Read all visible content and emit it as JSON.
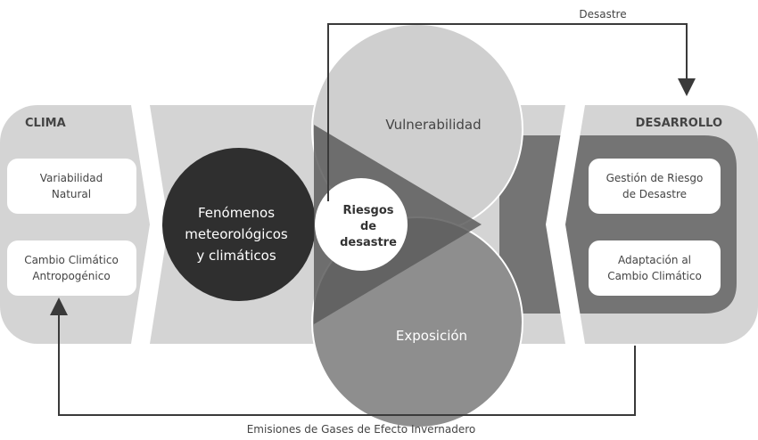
{
  "top_arrow_label": "Desastre",
  "bottom_arrow_label": "Emisiones de Gases de Efecto Invernadero",
  "clima": {
    "title": "CLIMA",
    "boxes": [
      {
        "lines": [
          "Variabilidad",
          "Natural"
        ]
      },
      {
        "lines": [
          "Cambio Climático",
          "Antropogénico"
        ]
      }
    ]
  },
  "desarrollo": {
    "title": "DESARROLLO",
    "boxes": [
      {
        "lines": [
          "Gestión de Riesgo",
          "de Desastre"
        ]
      },
      {
        "lines": [
          "Adaptación al",
          "Cambio Climático"
        ]
      }
    ]
  },
  "vulnerabilidad": "Vulnerabilidad",
  "exposicion": "Exposición",
  "fenomenos": [
    "Fenómenos",
    "meteorológicos",
    "y climáticos"
  ],
  "riesgos": [
    "Riesgos",
    "de",
    "desastre"
  ],
  "colors": {
    "band": "#d4d4d4",
    "band_stroke": "#ffffff",
    "dark_panel": "#747474",
    "vulnerabilidad": "#d0d0d0",
    "exposicion": "#8e8e8e",
    "fenomenos": "#2f2f2f",
    "overlap": "#5c5c5c",
    "arrows": "#3a3a3a"
  }
}
